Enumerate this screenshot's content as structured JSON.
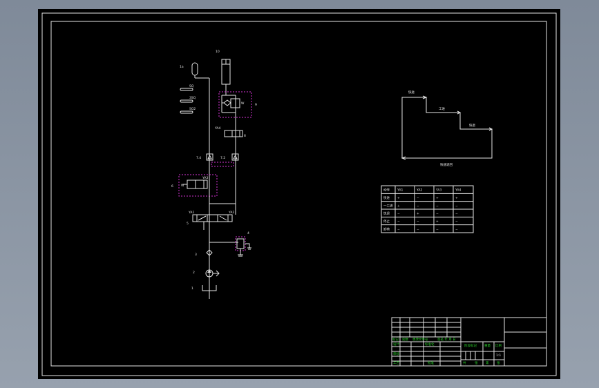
{
  "labels": {
    "cyl": "10",
    "acc": "1a",
    "sq1": "SQ",
    "sq2": "3SQ",
    "sq3": "SQ2",
    "v9": "9",
    "v8a": "YA4",
    "v8": "8",
    "c7l": "7.4",
    "c7r": "7.2",
    "v6a": "YA3",
    "v6": "6",
    "v5l": "YA1",
    "v5r": "YA2",
    "v5": "5",
    "v4": "4",
    "c3": "3",
    "p2": "2",
    "t1": "1"
  },
  "cycle": {
    "l1": "快进",
    "l2": "工进",
    "l3": "快退",
    "l4": "快速退回"
  },
  "table": {
    "header": [
      "动作",
      "YA1",
      "YA2",
      "YA3",
      "YA4"
    ],
    "rows": [
      [
        "快进",
        "+",
        "−",
        "+",
        "+"
      ],
      [
        "一工进",
        "+",
        "−",
        "−",
        "−"
      ],
      [
        "快退",
        "−",
        "+",
        "−",
        "−"
      ],
      [
        "停止",
        "−",
        "−",
        "+",
        "−"
      ],
      [
        "卸荷",
        "−",
        "−",
        "−",
        "−"
      ]
    ]
  },
  "titleblock": {
    "g1": "标记",
    "g2": "处数",
    "g3": "更改文件号",
    "g4": "签名 年 月 日",
    "g5": "设计",
    "g6": "标准化",
    "g7": "阶段标记",
    "g8": "重量",
    "g9": "比例",
    "g10": "审核",
    "g11": "工艺",
    "g12": "批准",
    "g13": "共",
    "g14": "张",
    "g15": "第",
    "g16": "张",
    "scale": "1:1"
  }
}
